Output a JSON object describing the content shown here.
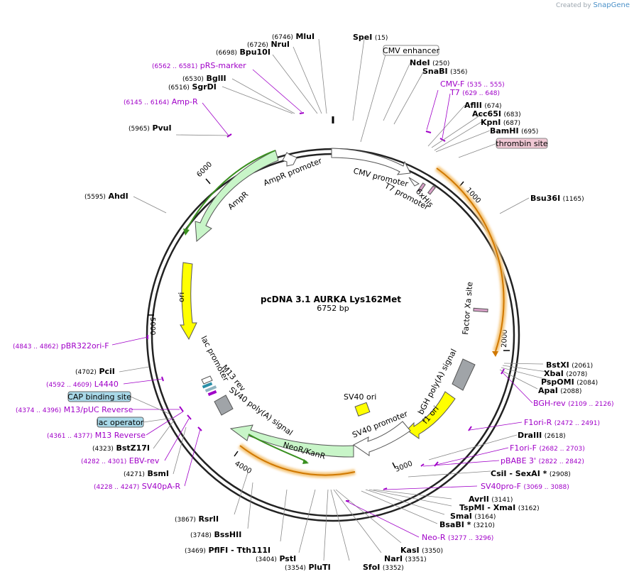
{
  "credit": {
    "created_by": "Created by",
    "brand": "SnapGene"
  },
  "plasmid": {
    "name": "pcDNA 3.1 AURKA Lys162Met",
    "length_label": "6752 bp",
    "length": 6752
  },
  "ticks": [
    "1000",
    "2000",
    "3000",
    "4000",
    "5000",
    "6000"
  ],
  "features": [
    {
      "name": "CMV promoter",
      "color": "#ffffff"
    },
    {
      "name": "T7 promoter",
      "color": "#ffffff"
    },
    {
      "name": "6xHis",
      "color": "#d8a0c8"
    },
    {
      "name": "Factor Xa site",
      "color": "#d8a0c8"
    },
    {
      "name": "bGH poly(A) signal",
      "color": "#a0a4a8"
    },
    {
      "name": "f1 ori",
      "color": "#ffff00"
    },
    {
      "name": "SV40 promoter",
      "color": "#ffffff"
    },
    {
      "name": "SV40 ori",
      "color": "#ffff00"
    },
    {
      "name": "NeoR/KanR",
      "color": "#c8f5c8"
    },
    {
      "name": "SV40 poly(A) signal",
      "color": "#a0a4a8"
    },
    {
      "name": "M13 rev",
      "color": "#ffffff"
    },
    {
      "name": "lac promoter",
      "color": "#ffffff"
    },
    {
      "name": "ori",
      "color": "#ffff00"
    },
    {
      "name": "AmpR",
      "color": "#c8f5c8"
    },
    {
      "name": "AmpR promoter",
      "color": "#ffffff"
    }
  ],
  "boxed_labels": [
    {
      "text": "CMV enhancer",
      "fill": "#ffffff"
    },
    {
      "text": "thrombin site",
      "fill": "#f0c8d4"
    },
    {
      "text": "CAP binding site",
      "fill": "#a8d8e8"
    },
    {
      "text": "lac operator",
      "fill": "#a8d8e8"
    }
  ],
  "enzymes": [
    {
      "pos": "(6746)",
      "name": "MluI"
    },
    {
      "pos": "(6726)",
      "name": "NruI"
    },
    {
      "pos": "(6698)",
      "name": "Bpu10I"
    },
    {
      "pos": "(6530)",
      "name": "BglII"
    },
    {
      "pos": "(6516)",
      "name": "SgrDI"
    },
    {
      "pos": "(5965)",
      "name": "PvuI"
    },
    {
      "pos": "(5595)",
      "name": "AhdI"
    },
    {
      "pos": "(4702)",
      "name": "PciI"
    },
    {
      "pos": "(4323)",
      "name": "BstZ17I"
    },
    {
      "pos": "(4271)",
      "name": "BsmI"
    },
    {
      "pos": "(3867)",
      "name": "RsrII"
    },
    {
      "pos": "(3748)",
      "name": "BssHII"
    },
    {
      "pos": "(3469)",
      "name": "PflFI - Tth111I"
    },
    {
      "pos": "(3404)",
      "name": "PstI"
    },
    {
      "pos": "(3354)",
      "name": "PluTI"
    },
    {
      "pos": "(3352)",
      "name": "SfoI"
    },
    {
      "pos": "(3351)",
      "name": "NarI"
    },
    {
      "pos": "(3350)",
      "name": "KasI"
    },
    {
      "pos": "(3210)",
      "name": "BsaBI *"
    },
    {
      "pos": "(3164)",
      "name": "SmaI"
    },
    {
      "pos": "(3162)",
      "name": "TspMI - XmaI"
    },
    {
      "pos": "(3141)",
      "name": "AvrII"
    },
    {
      "pos": "(2908)",
      "name": "CsiI - SexAI *"
    },
    {
      "pos": "(2618)",
      "name": "DraIII"
    },
    {
      "pos": "(2088)",
      "name": "ApaI"
    },
    {
      "pos": "(2084)",
      "name": "PspOMI"
    },
    {
      "pos": "(2078)",
      "name": "XbaI"
    },
    {
      "pos": "(2061)",
      "name": "BstXI"
    },
    {
      "pos": "(1165)",
      "name": "Bsu36I"
    },
    {
      "pos": "(695)",
      "name": "BamHI"
    },
    {
      "pos": "(687)",
      "name": "KpnI"
    },
    {
      "pos": "(683)",
      "name": "Acc65I"
    },
    {
      "pos": "(674)",
      "name": "AflII"
    },
    {
      "pos": "(356)",
      "name": "SnaBI"
    },
    {
      "pos": "(250)",
      "name": "NdeI"
    },
    {
      "pos": "(15)",
      "name": "SpeI"
    }
  ],
  "primers": [
    {
      "range": "(6562 .. 6581)",
      "name": "pRS-marker"
    },
    {
      "range": "(6145 .. 6164)",
      "name": "Amp-R"
    },
    {
      "range": "(4843 .. 4862)",
      "name": "pBR322ori-F"
    },
    {
      "range": "(4592 .. 4609)",
      "name": "L4440"
    },
    {
      "range": "(4374 .. 4396)",
      "name": "M13/pUC Reverse"
    },
    {
      "range": "(4361 .. 4377)",
      "name": "M13 Reverse"
    },
    {
      "range": "(4282 .. 4301)",
      "name": "EBV-rev"
    },
    {
      "range": "(4228 .. 4247)",
      "name": "SV40pA-R"
    },
    {
      "range": "(3277 .. 3296)",
      "name": "Neo-R"
    },
    {
      "range": "(3069 .. 3088)",
      "name": "SV40pro-F"
    },
    {
      "range": "(2822 .. 2842)",
      "name": "pBABE 3'"
    },
    {
      "range": "(2682 .. 2703)",
      "name": "F1ori-F"
    },
    {
      "range": "(2472 .. 2491)",
      "name": "F1ori-R"
    },
    {
      "range": "(2109 .. 2126)",
      "name": "BGH-rev"
    },
    {
      "range": "(629 .. 648)",
      "name": "T7"
    },
    {
      "range": "(535 .. 555)",
      "name": "CMV-F"
    }
  ]
}
